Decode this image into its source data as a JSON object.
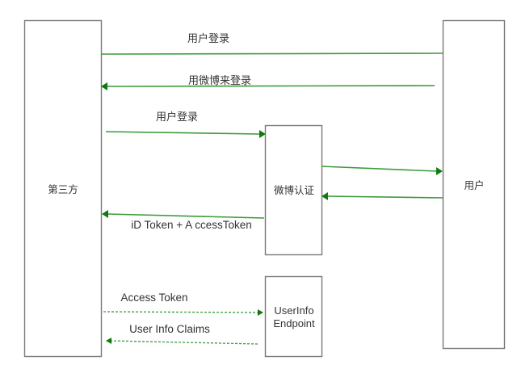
{
  "diagram": {
    "nodes": {
      "third_party": {
        "label": "第三方"
      },
      "weibo_auth": {
        "label": "微博认证"
      },
      "user": {
        "label": "用户"
      },
      "userinfo_endpoint": {
        "label_line1": "UserInfo",
        "label_line2": "Endpoint"
      }
    },
    "messages": [
      {
        "id": "m1",
        "from": "third_party",
        "to": "user",
        "label": "用户登录",
        "style": "solid",
        "arrowhead": "none"
      },
      {
        "id": "m2",
        "from": "user",
        "to": "third_party",
        "label": "用微博来登录",
        "style": "solid",
        "arrowhead": "end"
      },
      {
        "id": "m3",
        "from": "third_party",
        "to": "weibo_auth",
        "label": "用户登录",
        "style": "solid",
        "arrowhead": "end"
      },
      {
        "id": "m4",
        "from": "weibo_auth",
        "to": "user",
        "label": "",
        "style": "solid",
        "arrowhead": "end"
      },
      {
        "id": "m5",
        "from": "user",
        "to": "weibo_auth",
        "label": "",
        "style": "solid",
        "arrowhead": "end"
      },
      {
        "id": "m6",
        "from": "weibo_auth",
        "to": "third_party",
        "label": "iD Token + A ccessToken",
        "style": "solid",
        "arrowhead": "end"
      },
      {
        "id": "m7",
        "from": "third_party",
        "to": "userinfo_endpoint",
        "label": "Access Token",
        "style": "dashed",
        "arrowhead": "end"
      },
      {
        "id": "m8",
        "from": "userinfo_endpoint",
        "to": "third_party",
        "label": "User Info Claims",
        "style": "dashed",
        "arrowhead": "end"
      }
    ],
    "colors": {
      "arrow": "#3a9a3a",
      "arrowhead": "#107a10",
      "box_border": "#7a7a7a",
      "text": "#333333"
    }
  }
}
